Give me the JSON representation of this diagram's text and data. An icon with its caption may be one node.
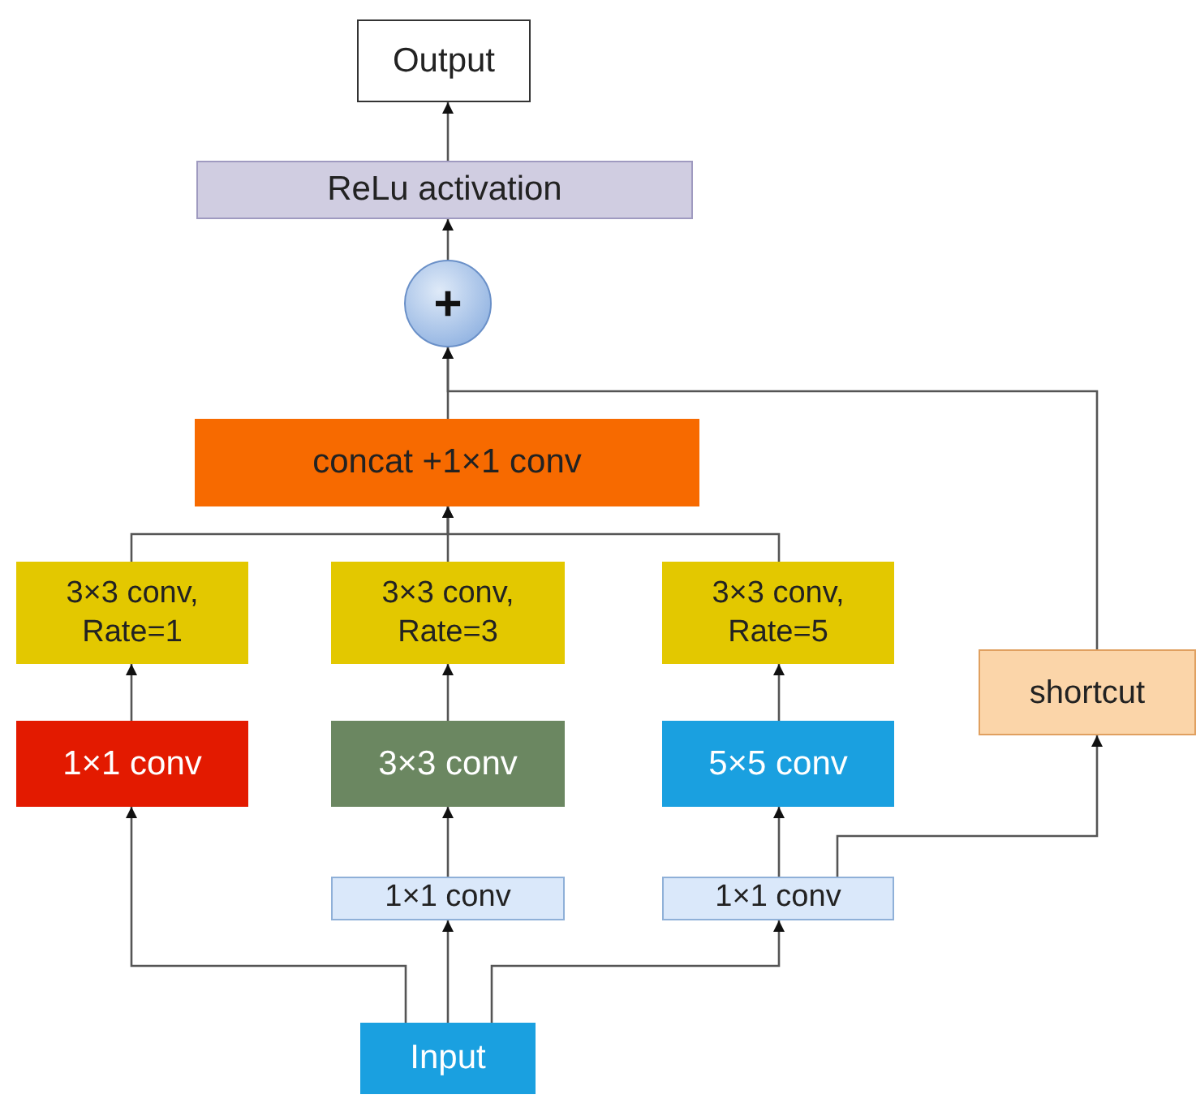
{
  "diagram": {
    "nodes": [
      {
        "text": [
          "Output"
        ]
      },
      {
        "text": [
          "ReLu activation"
        ]
      },
      {
        "text": [
          "+"
        ]
      },
      {
        "text": [
          "concat +1×1 conv"
        ]
      },
      {
        "text": [
          "3×3 conv, Rate=1"
        ]
      },
      {
        "text": [
          "3×3 conv, Rate=3"
        ]
      },
      {
        "text": [
          "3×3 conv, Rate=5"
        ]
      },
      {
        "text": [
          "shortcut"
        ]
      },
      {
        "text": [
          "1×1 conv"
        ]
      },
      {
        "text": [
          "3×3 conv"
        ]
      },
      {
        "text": [
          "5×5 conv"
        ]
      },
      {
        "text": [
          "1×1 conv"
        ]
      },
      {
        "text": [
          "1×1 conv"
        ]
      },
      {
        "text": [
          "Input"
        ]
      }
    ],
    "edges": [
      {
        "from": 13,
        "to": 8,
        "arrow": "to"
      },
      {
        "from": 13,
        "to": 11,
        "arrow": "to"
      },
      {
        "from": 13,
        "to": 12,
        "arrow": "to"
      },
      {
        "from": 11,
        "to": 9,
        "arrow": "to"
      },
      {
        "from": 12,
        "to": 10,
        "arrow": "to"
      },
      {
        "from": 12,
        "to": 7,
        "arrow": "to"
      },
      {
        "from": 8,
        "to": 4,
        "arrow": "to"
      },
      {
        "from": 9,
        "to": 5,
        "arrow": "to"
      },
      {
        "from": 10,
        "to": 6,
        "arrow": "to"
      },
      {
        "from": 4,
        "to": 3,
        "arrow": "to"
      },
      {
        "from": 5,
        "to": 3,
        "arrow": "to"
      },
      {
        "from": 6,
        "to": 3,
        "arrow": "to"
      },
      {
        "from": 3,
        "to": 2,
        "arrow": "to"
      },
      {
        "from": 7,
        "to": 2,
        "arrow": "to"
      },
      {
        "from": 2,
        "to": 1,
        "arrow": "to"
      },
      {
        "from": 1,
        "to": 0,
        "arrow": "to"
      }
    ]
  }
}
